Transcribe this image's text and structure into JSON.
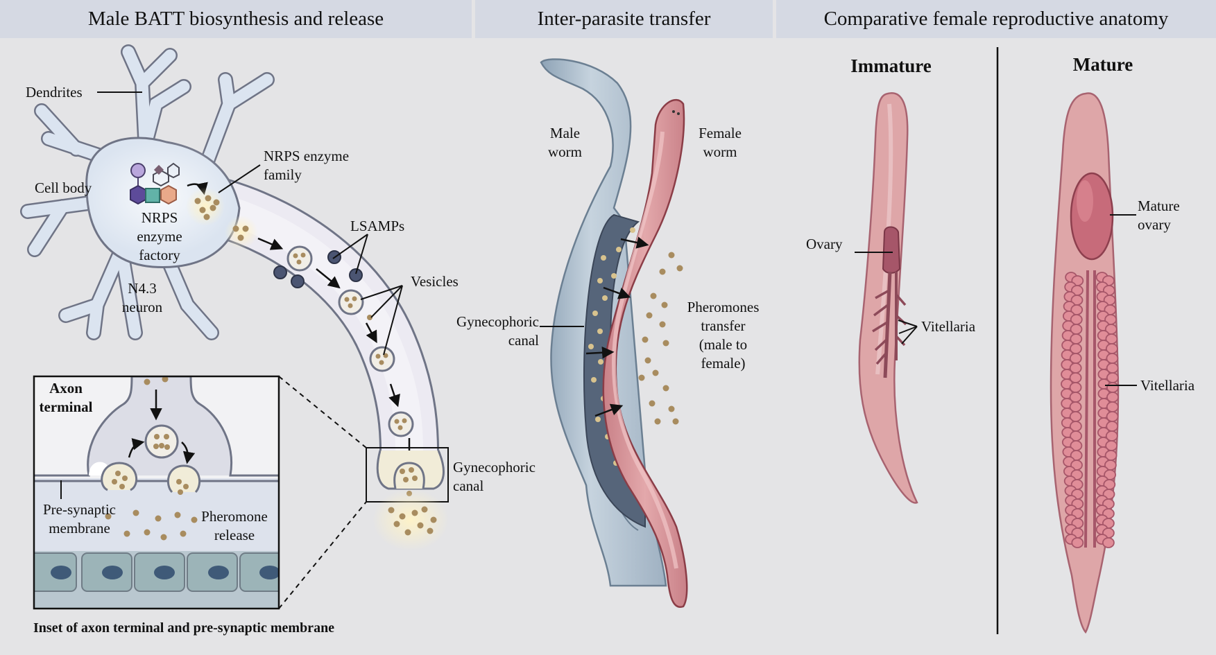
{
  "panels": {
    "male": {
      "title": "Male BATT biosynthesis and release",
      "dendrites": "Dendrites",
      "cell_body": "Cell body",
      "nrps_factory": [
        "NRPS",
        "enzyme",
        "factory"
      ],
      "nrps_family": [
        "NRPS enzyme",
        "family"
      ],
      "neuron": [
        "N4.3",
        "neuron"
      ],
      "lsamps": "LSAMPs",
      "vesicles": "Vesicles",
      "gynecophoric": [
        "Gynecophoric",
        "canal"
      ],
      "inset_title": [
        "Axon",
        "terminal"
      ],
      "presynaptic": [
        "Pre-synaptic",
        "membrane"
      ],
      "pheromone_release": [
        "Pheromone",
        "release"
      ],
      "inset_caption": "Inset of axon terminal and pre-synaptic membrane"
    },
    "transfer": {
      "title": "Inter-parasite transfer",
      "male_worm": [
        "Male",
        "worm"
      ],
      "female_worm": [
        "Female",
        "worm"
      ],
      "gynecophoric": [
        "Gynecophoric",
        "canal"
      ],
      "pheromones": [
        "Pheromones",
        "transfer",
        "(male to",
        "female)"
      ]
    },
    "anatomy": {
      "title": "Comparative female reproductive anatomy",
      "immature": "Immature",
      "mature": "Mature",
      "ovary": "Ovary",
      "vitellaria_immature": "Vitellaria",
      "mature_ovary": [
        "Mature",
        "ovary"
      ],
      "vitellaria_mature": "Vitellaria"
    }
  },
  "colors": {
    "header_bg": "#d5d9e3",
    "neuron_fill": "#dbe4f0",
    "neuron_stroke": "#6f7486",
    "vesicle_dot": "#a88c5f",
    "male_worm": "#a9bccb",
    "female_worm": "#d99a9c",
    "female_dark": "#b5606a"
  }
}
